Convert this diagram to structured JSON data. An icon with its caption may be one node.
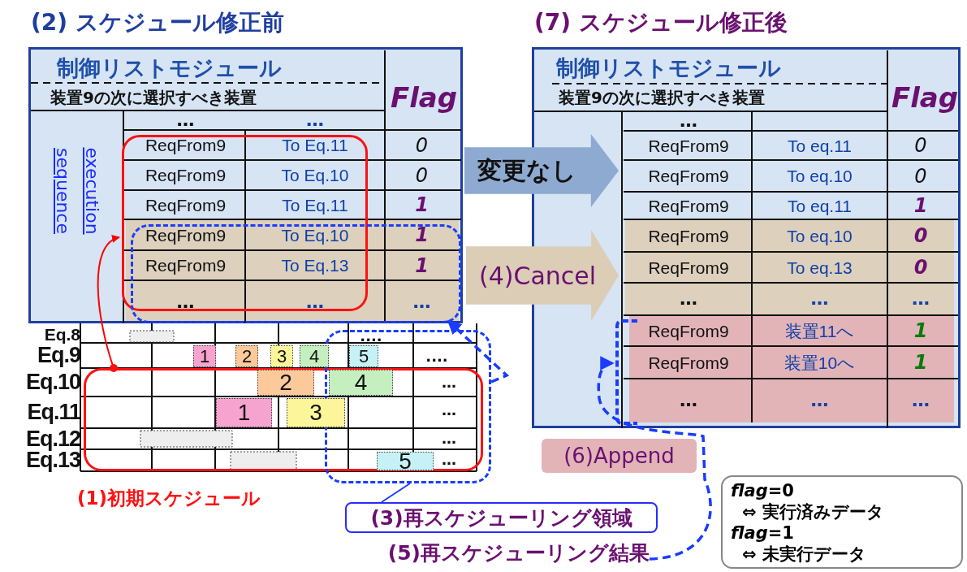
{
  "diagram": {
    "nodes": [
      {
        "text": [
          "(2) スケジュール修正前"
        ]
      },
      {
        "text": [],
        "shape": "box",
        "in": 0
      },
      {
        "text": [],
        "shape": "box",
        "in": 0
      },
      {
        "text": [
          "(7) スケジュール修正後"
        ]
      },
      {
        "text": [],
        "shape": "bracket",
        "in": 3
      },
      {
        "text": [
          "変更なし"
        ]
      },
      {
        "text": [
          "(4)Cancel"
        ]
      },
      {
        "text": [],
        "shape": "box"
      },
      {
        "text": [],
        "shape": "box"
      },
      {
        "text": [
          "(3)再スケジューリング領域"
        ]
      },
      {
        "text": [
          "(5)再スケジューリング結果"
        ]
      },
      {
        "text": [
          "(6)Append"
        ]
      },
      {
        "text": [
          "*flag*=0",
          "⇔ 実行済みデータ",
          "*flag*=1",
          "⇔ 未実行データ"
        ]
      }
    ],
    "edges": [
      {
        "from": 7,
        "to": 1,
        "arrow": "to",
        "color": "#ff0000"
      },
      {
        "from": 8,
        "to": 2,
        "arrow": "to",
        "style": "dashed"
      },
      {
        "from": 10,
        "to": 4,
        "arrow": "to",
        "style": "dashed"
      },
      {
        "from": 9,
        "to": 8,
        "arrow": "none"
      }
    ],
    "labels": [
      "制御リストモジュール",
      "装置9の次に選択すべき装置",
      "Flag",
      "execution sequence",
      "…",
      "…",
      "ReqFrom9",
      "To Eq.11",
      "0",
      "ReqFrom9",
      "To Eq.10",
      "0",
      "ReqFrom9",
      "To Eq.11",
      "1",
      "ReqFrom9",
      "To Eq.10",
      "1",
      "ReqFrom9",
      "To Eq.13",
      "1",
      "…",
      "…",
      "…",
      "制御リストモジュール",
      "装置9の次に選択すべき装置",
      "Flag",
      "…",
      "ReqFrom9",
      "To eq.11",
      "0",
      "ReqFrom9",
      "To eq.10",
      "0",
      "ReqFrom9",
      "To eq.11",
      "1",
      "ReqFrom9",
      "To eq.10",
      "0",
      "ReqFrom9",
      "To eq.13",
      "0",
      "…",
      "…",
      "…",
      "ReqFrom9",
      "装置11へ",
      "1",
      "ReqFrom9",
      "装置10へ",
      "1",
      "…",
      "…",
      "…",
      "Eq.8",
      "....",
      "Eq.9",
      "1",
      "2",
      "3",
      "4",
      "5",
      "....",
      "Eq.10",
      "2",
      "4",
      "…",
      "Eq.11",
      "1",
      "3",
      "…",
      "Eq.12",
      "…",
      "Eq.13",
      "5",
      "…",
      "(1)初期スケジュール"
    ]
  }
}
